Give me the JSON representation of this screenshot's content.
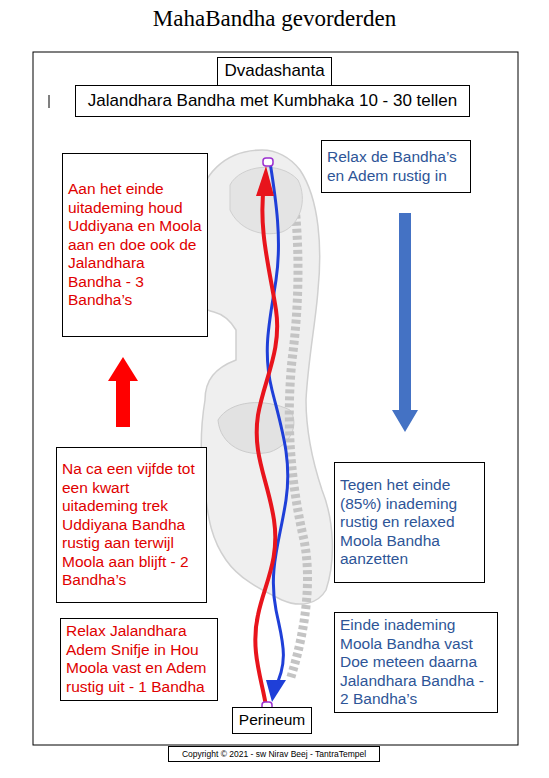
{
  "diagram": {
    "title": "MahaBandha gevorderden",
    "nodes": [
      {
        "text": [
          "Dvadashanta"
        ]
      },
      {
        "text": [
          "Jalandhara Bandha met Kumbhaka  10 - 30 tellen"
        ]
      },
      {
        "text": [
          "Aan het einde uitademing houd Uddiyana en Moola aan en doe ook de Jalandhara Bandha - 3 Bandha’s"
        ]
      },
      {
        "text": [
          "Relax de Bandha’s en Adem rustig in"
        ]
      },
      {
        "text": [
          "Na ca een vijfde tot een kwart uitademing trek Uddiyana Bandha rustig aan terwijl Moola aan blijft - 2 Bandha’s"
        ]
      },
      {
        "text": [
          "Tegen het einde (85%) inademing rustig en relaxed Moola Bandha aanzetten"
        ]
      },
      {
        "text": [
          "Relax Jalandhara Adem Snifje in Hou Moola vast en Adem rustig uit - 1 Bandha"
        ]
      },
      {
        "text": [
          "Einde inademing Moola Bandha vast Doe meteen daarna Jalandhara Bandha - 2 Bandha’s"
        ]
      },
      {
        "text": [
          "Perineum"
        ]
      },
      {
        "text": [
          "Copyright © 2021 - sw Nirav Beej - TantraTempel"
        ]
      }
    ],
    "edges": [
      {
        "from": 4,
        "to": 2,
        "arrow": "to"
      },
      {
        "from": 3,
        "to": 5,
        "arrow": "to"
      }
    ]
  }
}
